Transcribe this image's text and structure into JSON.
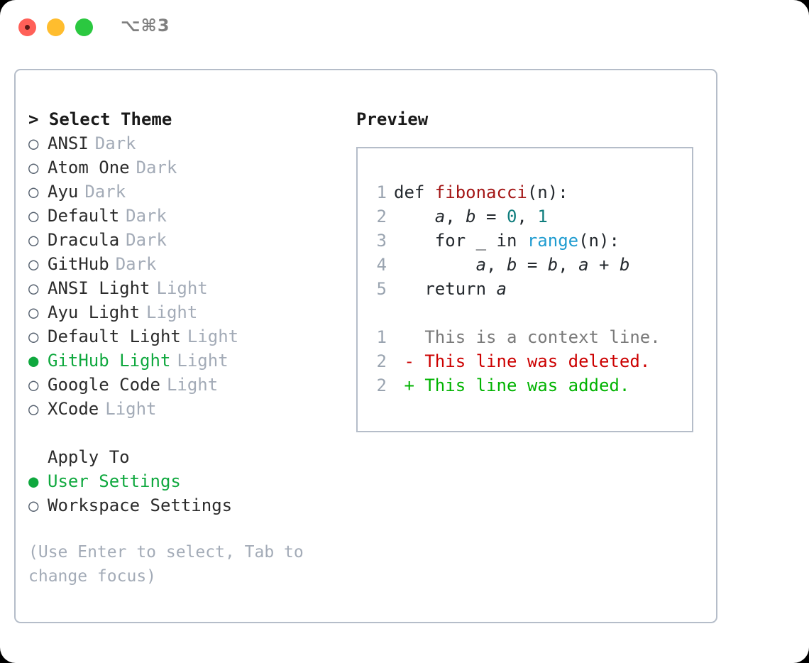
{
  "window": {
    "shortcut_label": "⌥⌘3",
    "traffic_lights": [
      {
        "name": "close",
        "color": "#ff6058"
      },
      {
        "name": "minimize",
        "color": "#ffbd2e"
      },
      {
        "name": "maximize",
        "color": "#2bc840"
      }
    ]
  },
  "theme_list": {
    "header_caret": "> ",
    "header_label": "Select Theme",
    "marker_unselected": "○",
    "marker_selected": "●",
    "items": [
      {
        "name": "ANSI",
        "tag": "Dark",
        "selected": false
      },
      {
        "name": "Atom One",
        "tag": "Dark",
        "selected": false
      },
      {
        "name": "Ayu",
        "tag": "Dark",
        "selected": false
      },
      {
        "name": "Default",
        "tag": "Dark",
        "selected": false
      },
      {
        "name": "Dracula",
        "tag": "Dark",
        "selected": false
      },
      {
        "name": "GitHub",
        "tag": "Dark",
        "selected": false
      },
      {
        "name": "ANSI Light",
        "tag": "Light",
        "selected": false
      },
      {
        "name": "Ayu Light",
        "tag": "Light",
        "selected": false
      },
      {
        "name": "Default Light",
        "tag": "Light",
        "selected": false
      },
      {
        "name": "GitHub Light",
        "tag": "Light",
        "selected": true
      },
      {
        "name": "Google Code",
        "tag": "Light",
        "selected": false
      },
      {
        "name": "XCode",
        "tag": "Light",
        "selected": false
      }
    ]
  },
  "apply_to": {
    "title": "Apply To",
    "options": [
      {
        "name": "User Settings",
        "selected": true
      },
      {
        "name": "Workspace Settings",
        "selected": false
      }
    ]
  },
  "hint": "(Use Enter to select, Tab to change focus)",
  "preview": {
    "title": "Preview",
    "code_lines": [
      {
        "no": "1",
        "indent": "",
        "tokens": [
          {
            "t": "def ",
            "k": "plain"
          },
          {
            "t": "fibonacci",
            "k": "fn"
          },
          {
            "t": "(n):",
            "k": "plain"
          }
        ]
      },
      {
        "no": "2",
        "indent": "    ",
        "tokens": [
          {
            "t": "a",
            "k": "var"
          },
          {
            "t": ", ",
            "k": "plain"
          },
          {
            "t": "b",
            "k": "var"
          },
          {
            "t": " = ",
            "k": "plain"
          },
          {
            "t": "0",
            "k": "num"
          },
          {
            "t": ", ",
            "k": "plain"
          },
          {
            "t": "1",
            "k": "num"
          }
        ]
      },
      {
        "no": "3",
        "indent": "    ",
        "tokens": [
          {
            "t": "for _ in ",
            "k": "plain"
          },
          {
            "t": "range",
            "k": "call"
          },
          {
            "t": "(n):",
            "k": "plain"
          }
        ]
      },
      {
        "no": "4",
        "indent": "        ",
        "tokens": [
          {
            "t": "a",
            "k": "var"
          },
          {
            "t": ", ",
            "k": "plain"
          },
          {
            "t": "b",
            "k": "var"
          },
          {
            "t": " = ",
            "k": "plain"
          },
          {
            "t": "b",
            "k": "var"
          },
          {
            "t": ", ",
            "k": "plain"
          },
          {
            "t": "a",
            "k": "var"
          },
          {
            "t": " + ",
            "k": "plain"
          },
          {
            "t": "b",
            "k": "var"
          }
        ]
      },
      {
        "no": "5",
        "indent": "   ",
        "tokens": [
          {
            "t": "return ",
            "k": "plain"
          },
          {
            "t": "a",
            "k": "var"
          }
        ]
      }
    ],
    "diff_lines": [
      {
        "no": "1",
        "sign": "  ",
        "text": "This is a context line.",
        "kind": "ctx"
      },
      {
        "no": "2",
        "sign": "- ",
        "text": "This line was deleted.",
        "kind": "del"
      },
      {
        "no": "2",
        "sign": "+ ",
        "text": "This line was added.",
        "kind": "add"
      }
    ]
  },
  "colors": {
    "accent_green": "#0fa83e",
    "muted_gray": "#a3abb7",
    "border": "#b5bdc9",
    "diff_add": "#00b300",
    "diff_del": "#cc0000",
    "token_fn": "#a31515",
    "token_num": "#0f7d7d",
    "token_call": "#1f9cd0"
  }
}
